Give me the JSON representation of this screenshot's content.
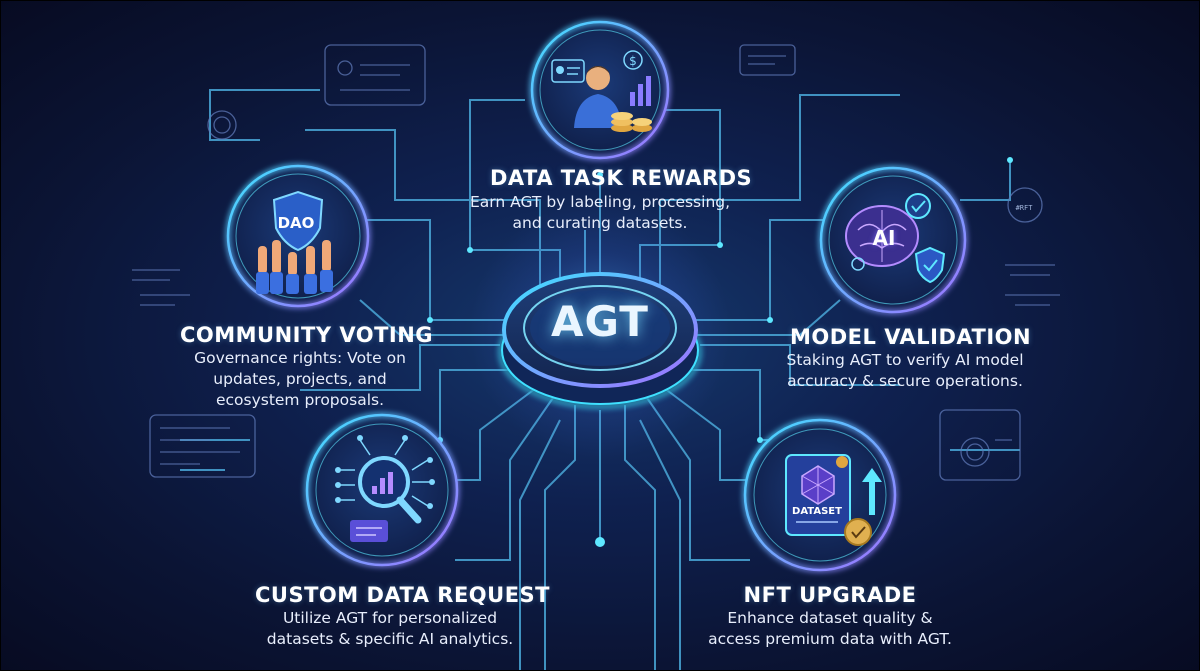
{
  "center": {
    "label": "AGT"
  },
  "nodes": {
    "data_task_rewards": {
      "title": "DATA TASK REWARDS",
      "desc": [
        "Earn AGT by labeling, processing,",
        "and curating datasets."
      ]
    },
    "community_voting": {
      "title": "COMMUNITY VOTING",
      "badge": "DAO",
      "desc": [
        "Governance rights: Vote on",
        "updates, projects, and",
        "ecosystem proposals."
      ]
    },
    "model_validation": {
      "title": "MODEL VALIDATION",
      "badge": "AI",
      "desc": [
        "Staking AGT to verify AI model",
        "accuracy & secure operations."
      ]
    },
    "custom_data_request": {
      "title": "CUSTOM DATA REQUEST",
      "desc": [
        "Utilize AGT for personalized",
        "datasets & specific AI analytics."
      ]
    },
    "nft_upgrade": {
      "title": "NFT UPGRADE",
      "badge": "DATASET",
      "desc": [
        "Enhance dataset quality &",
        "access premium data with AGT."
      ]
    }
  },
  "decor": {
    "hash_text": "#RFT"
  },
  "colors": {
    "background": "#0b1434",
    "cyan_glow": "#3fe0ff",
    "purple_glow": "#9b6bff",
    "line": "#4aa8d8"
  }
}
